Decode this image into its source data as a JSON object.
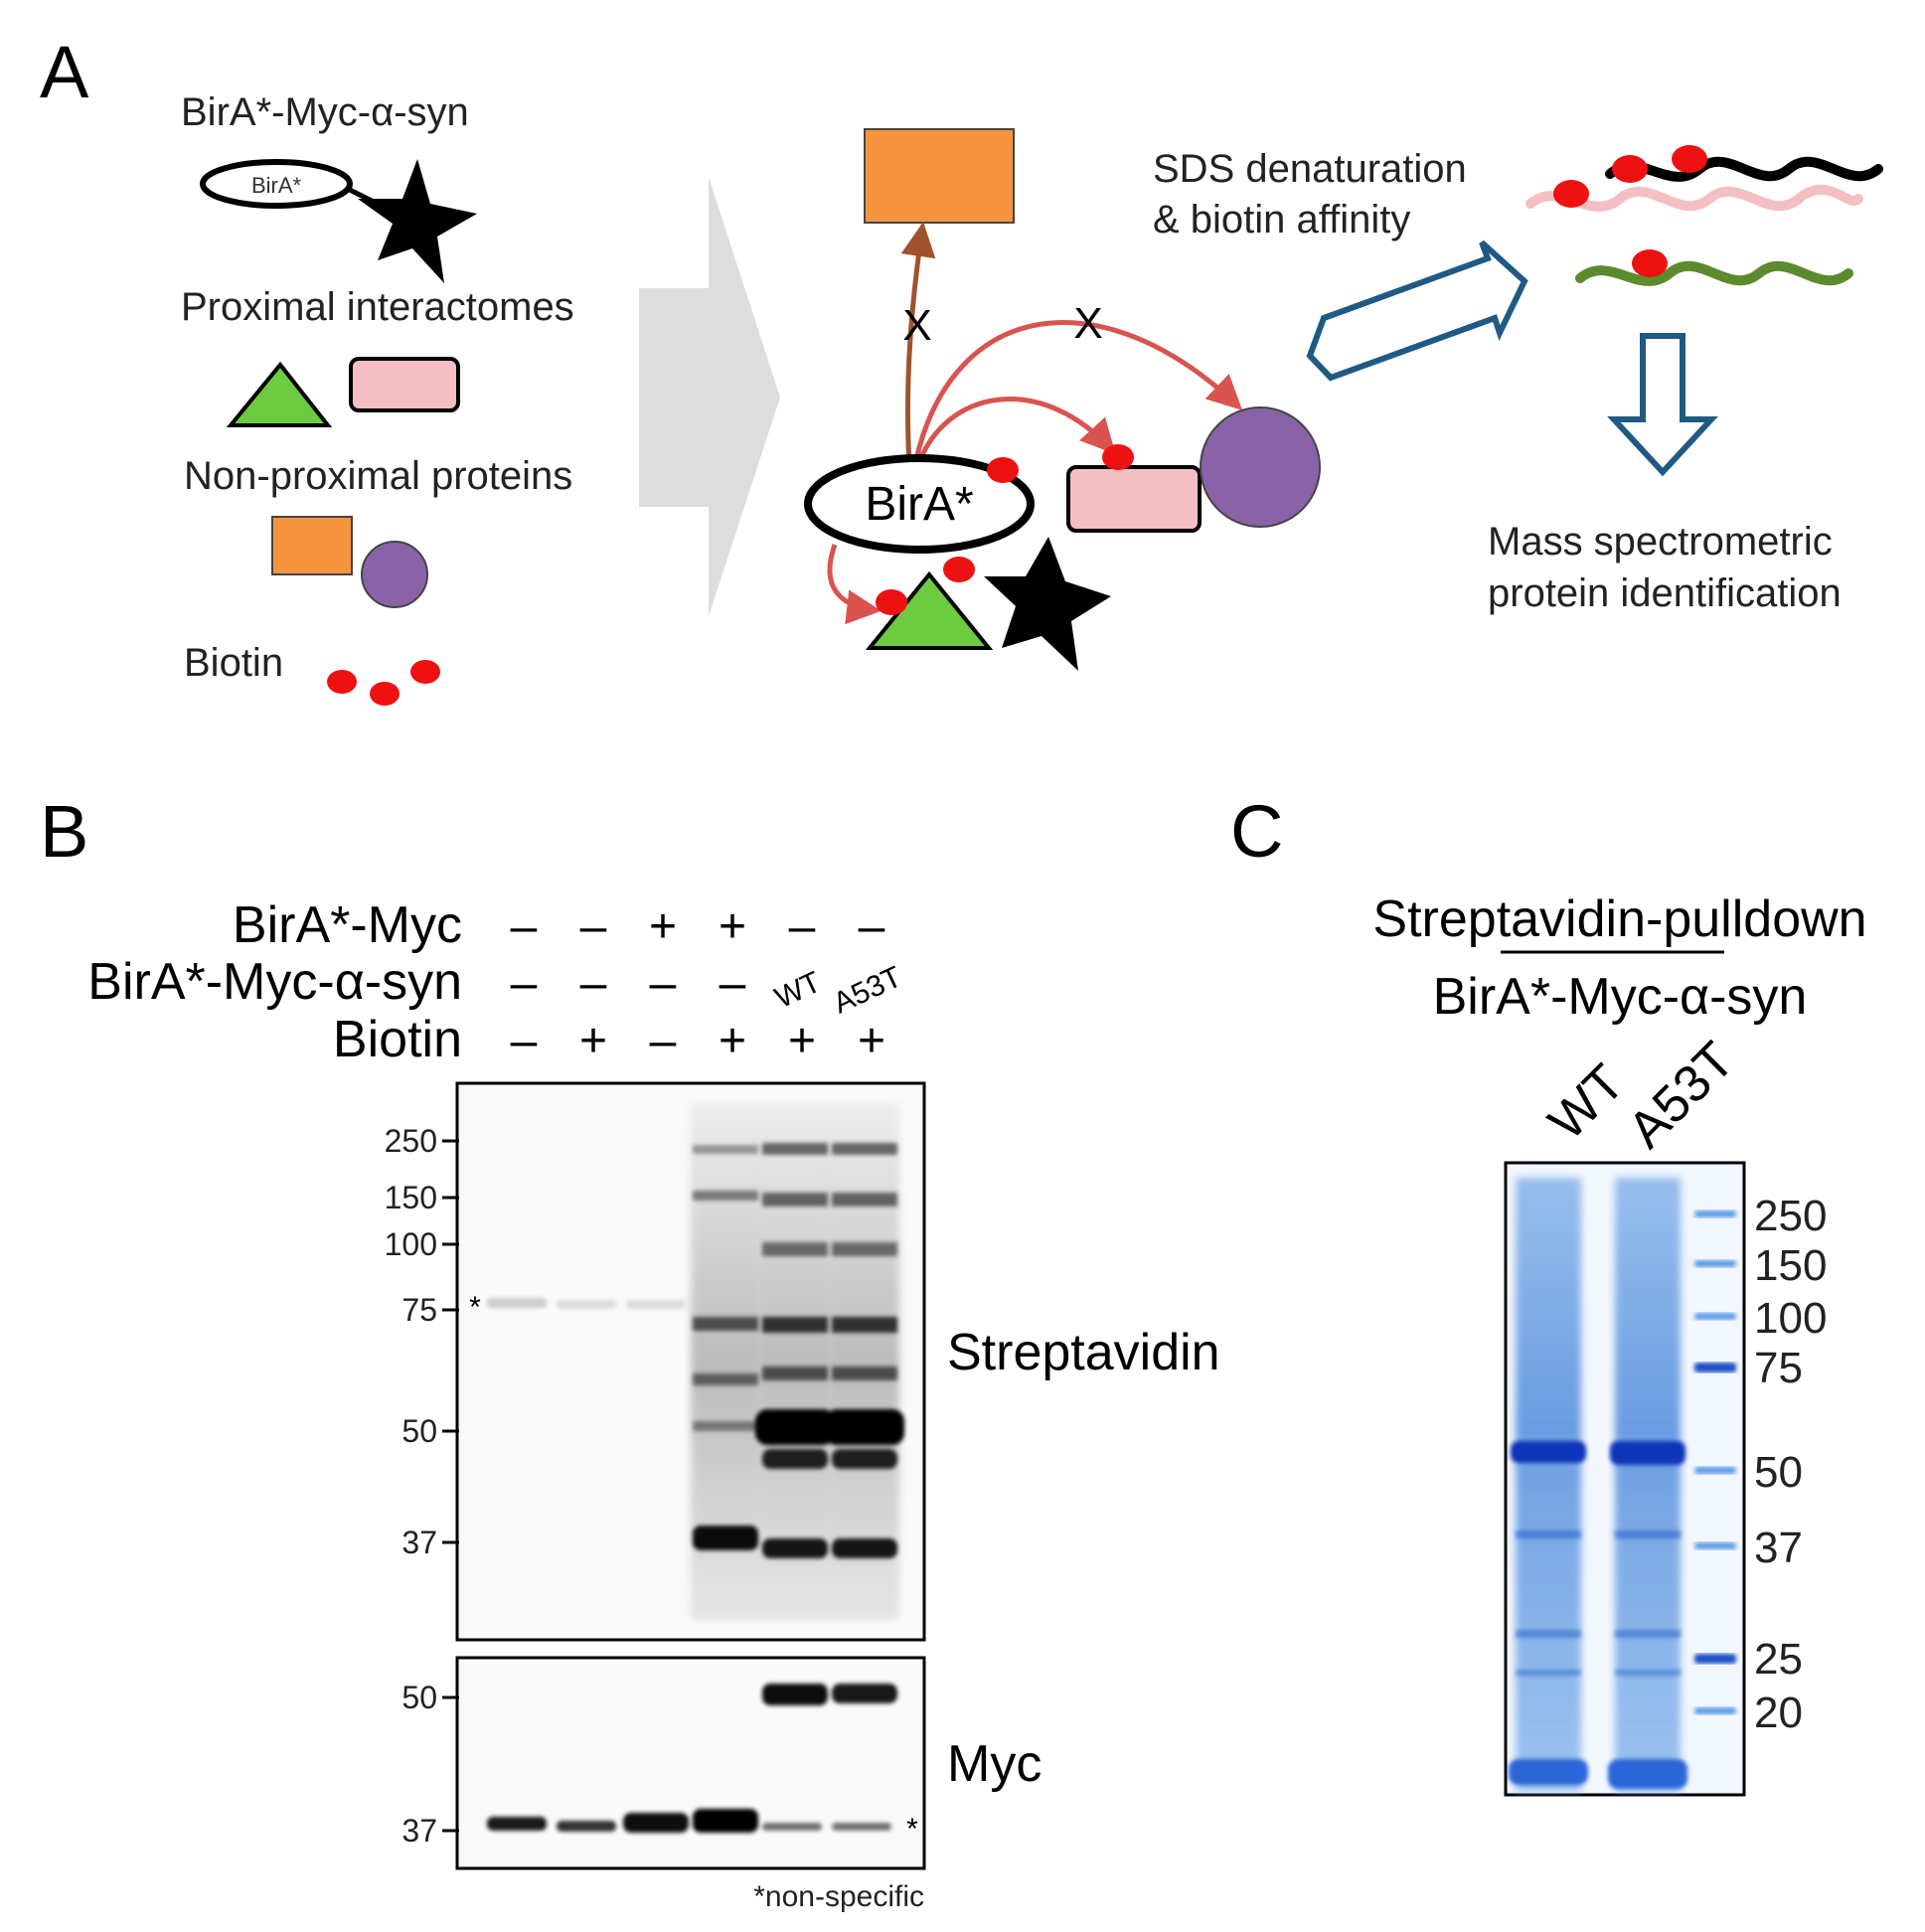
{
  "panels": {
    "a": "A",
    "b": "B",
    "c": "C"
  },
  "panel_a": {
    "legend": {
      "construct": "BirA*-Myc-α-syn",
      "construct_tag": "BirA*",
      "proximal": "Proximal interactomes",
      "non_proximal": "Non-proximal proteins",
      "biotin": "Biotin"
    },
    "center": {
      "enzyme": "BirA*",
      "block_mark": "X"
    },
    "step_purify": [
      "SDS denaturation",
      "& biotin affinity"
    ],
    "step_identify": [
      "Mass spectrometric",
      "protein identification"
    ],
    "colors": {
      "orange": "#F7943E",
      "pink": "#F4BFC2",
      "green": "#6CCB40",
      "purple": "#8A62A8",
      "biotin_red": "#EE1111",
      "arrow_red": "#D9534F",
      "arrow_brown": "#A0522D",
      "flow_blue": "#1F5A85",
      "grey_arrow": "#DDDDDD"
    }
  },
  "panel_b": {
    "rows": [
      {
        "name": "BirA*-Myc",
        "marks": [
          "–",
          "–",
          "+",
          "+",
          "–",
          "–"
        ]
      },
      {
        "name": "BirA*-Myc-α-syn",
        "marks": [
          "–",
          "–",
          "–",
          "–",
          "WT",
          "A53T"
        ]
      },
      {
        "name": "Biotin",
        "marks": [
          "–",
          "+",
          "–",
          "+",
          "+",
          "+"
        ]
      }
    ],
    "streptavidin": {
      "label": "Streptavidin",
      "markers": [
        "250",
        "150",
        "100",
        "75",
        "50",
        "37"
      ],
      "star": "*"
    },
    "myc": {
      "label": "Myc",
      "markers": [
        "50",
        "37"
      ],
      "star": "*"
    },
    "footnote": "*non-specific"
  },
  "panel_c": {
    "title": "Streptavidin-pulldown",
    "subtitle": "BirA*-Myc-α-syn",
    "lanes": [
      "WT",
      "A53T"
    ],
    "markers": [
      "250",
      "150",
      "100",
      "75",
      "50",
      "37",
      "25",
      "20"
    ]
  }
}
